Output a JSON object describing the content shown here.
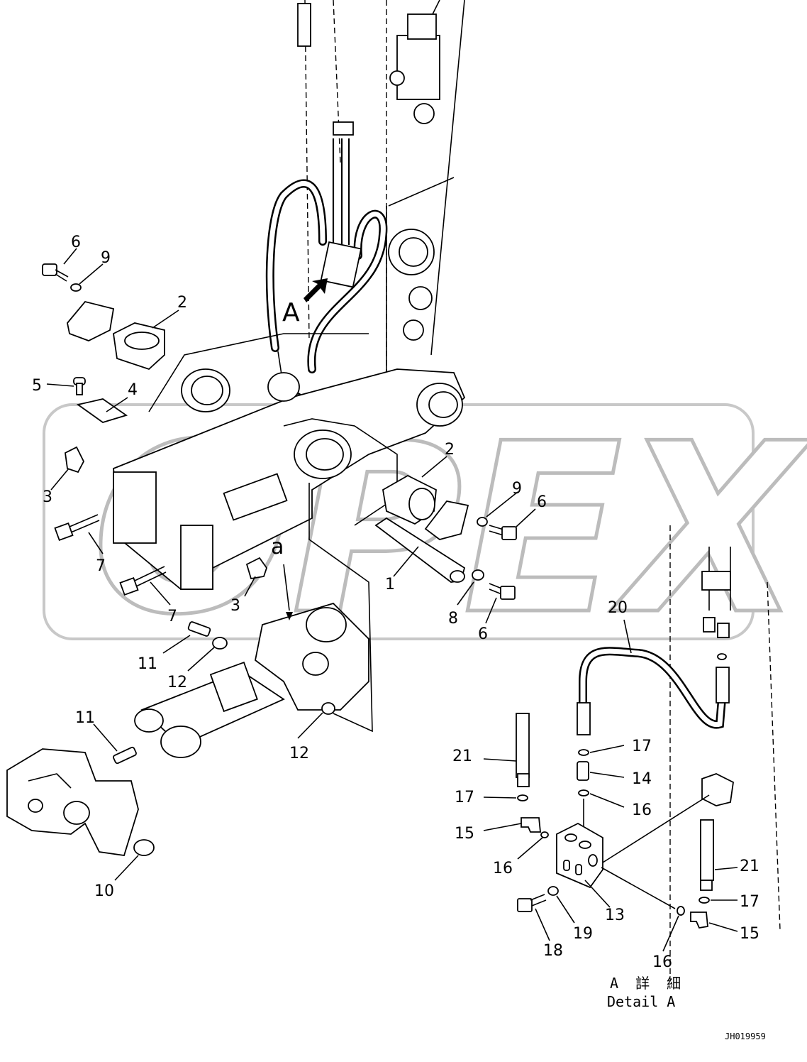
{
  "watermark": "OPEX",
  "view_marker": {
    "letter": "A",
    "sub_letter": "a"
  },
  "callouts": {
    "c1": "1",
    "c2a": "2",
    "c2b": "2",
    "c3a": "3",
    "c3b": "3",
    "c4": "4",
    "c5": "5",
    "c6a": "6",
    "c6b": "6",
    "c6c": "6",
    "c7a": "7",
    "c7b": "7",
    "c8": "8",
    "c9a": "9",
    "c9b": "9",
    "c10": "10",
    "c11a": "11",
    "c11b": "11",
    "c12a": "12",
    "c12b": "12",
    "c13": "13",
    "c14": "14",
    "c15a": "15",
    "c15b": "15",
    "c16a": "16",
    "c16b": "16",
    "c16c": "16",
    "c17a": "17",
    "c17b": "17",
    "c17c": "17",
    "c18": "18",
    "c19": "19",
    "c20": "20",
    "c21a": "21",
    "c21b": "21"
  },
  "detail_label": {
    "japanese": "A 詳 細",
    "english": "Detail A"
  },
  "drawing_number": "JH019959"
}
